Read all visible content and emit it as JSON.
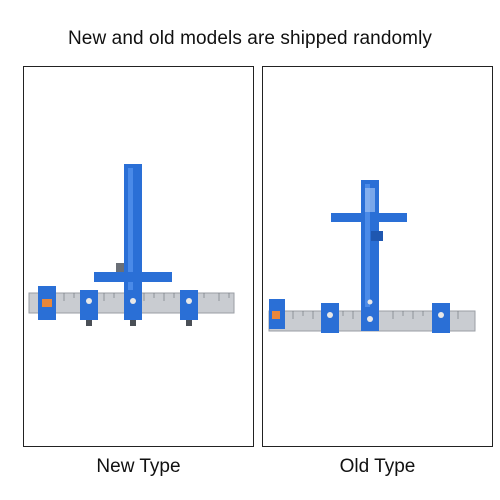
{
  "headline": "New and old models are shipped randomly",
  "panels": [
    {
      "caption": "New Type",
      "image_name": "new-type-jig-photo"
    },
    {
      "caption": "Old Type",
      "image_name": "old-type-jig-photo"
    }
  ],
  "colors": {
    "jig_blue": "#2a6fd6",
    "jig_blue_dark": "#1f57b0",
    "ruler_silver": "#c9ccd1",
    "ruler_tick": "#6b6f75",
    "accent_orange": "#e8873a",
    "panel_border": "#222222"
  }
}
